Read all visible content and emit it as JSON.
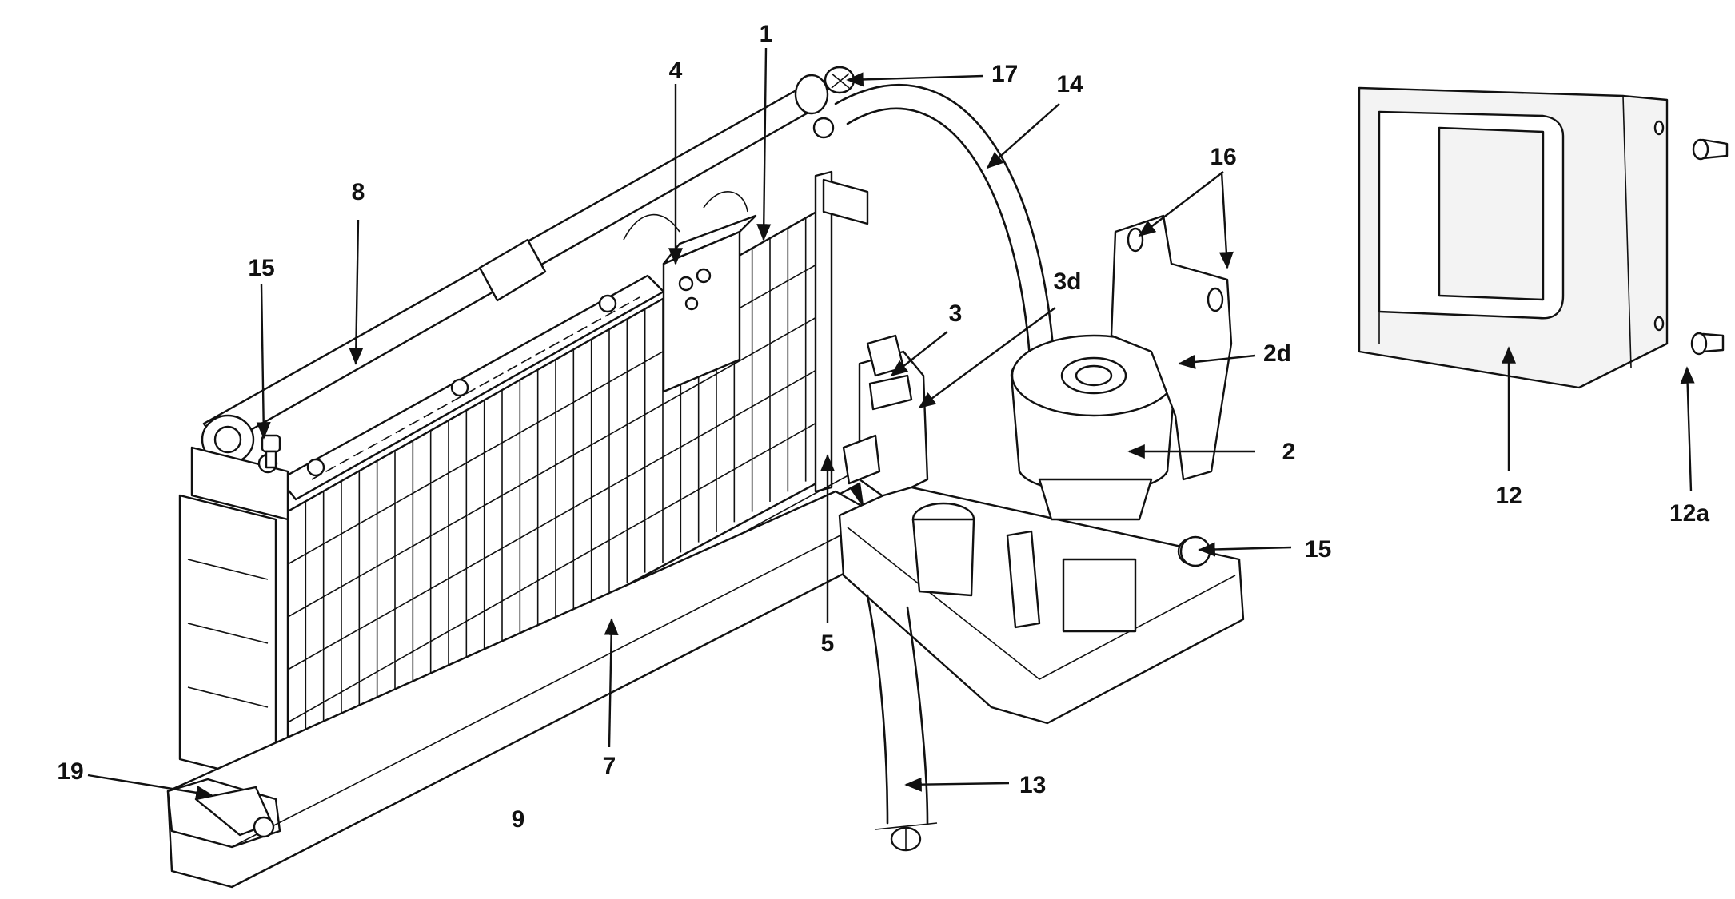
{
  "callouts": {
    "c1": "1",
    "c2": "2",
    "c2d": "2d",
    "c3": "3",
    "c3d": "3d",
    "c4": "4",
    "c5": "5",
    "c7": "7",
    "c8": "8",
    "c9": "9",
    "c12": "12",
    "c12a": "12a",
    "c13": "13",
    "c14": "14",
    "c15a": "15",
    "c15b": "15",
    "c16": "16",
    "c17": "17",
    "c19": "19"
  },
  "colors": {
    "ink": "#111111",
    "paper": "#ffffff",
    "shade": "#f3f3f3"
  }
}
